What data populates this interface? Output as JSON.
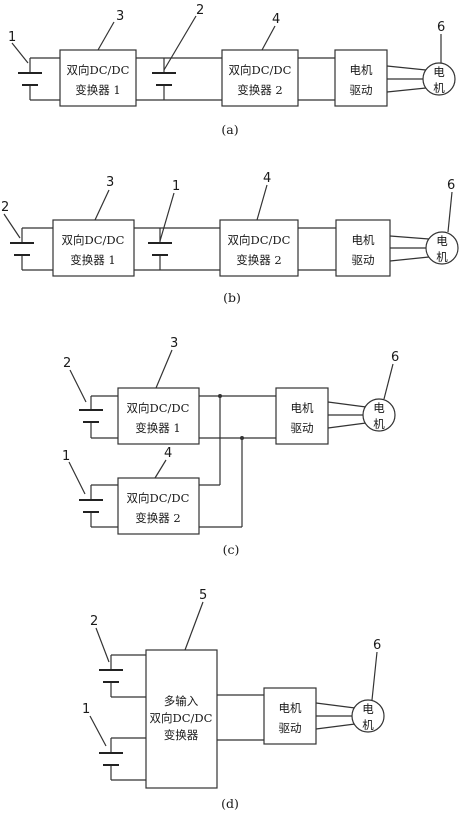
{
  "panels": [
    {
      "caption": "(a)",
      "converter1": [
        "双向DC/DC",
        "变换器 1"
      ],
      "converter2": [
        "双向DC/DC",
        "变换器 2"
      ],
      "driver": [
        "电机",
        "驱动"
      ],
      "motor": [
        "电",
        "机"
      ],
      "labels": [
        "1",
        "3",
        "2",
        "4",
        "6"
      ]
    },
    {
      "caption": "(b)",
      "converter1": [
        "双向DC/DC",
        "变换器 1"
      ],
      "converter2": [
        "双向DC/DC",
        "变换器 2"
      ],
      "driver": [
        "电机",
        "驱动"
      ],
      "motor": [
        "电",
        "机"
      ],
      "labels": [
        "2",
        "3",
        "1",
        "4",
        "6"
      ]
    },
    {
      "caption": "(c)",
      "converter1": [
        "双向DC/DC",
        "变换器 1"
      ],
      "converter2": [
        "双向DC/DC",
        "变换器 2"
      ],
      "driver": [
        "电机",
        "驱动"
      ],
      "motor": [
        "电",
        "机"
      ],
      "labels": [
        "2",
        "3",
        "1",
        "4",
        "6"
      ]
    },
    {
      "caption": "(d)",
      "converter": [
        "多输入",
        "双向DC/DC",
        "变换器"
      ],
      "driver": [
        "电机",
        "驱动"
      ],
      "motor": [
        "电",
        "机"
      ],
      "labels": [
        "2",
        "5",
        "1",
        "6"
      ]
    }
  ]
}
